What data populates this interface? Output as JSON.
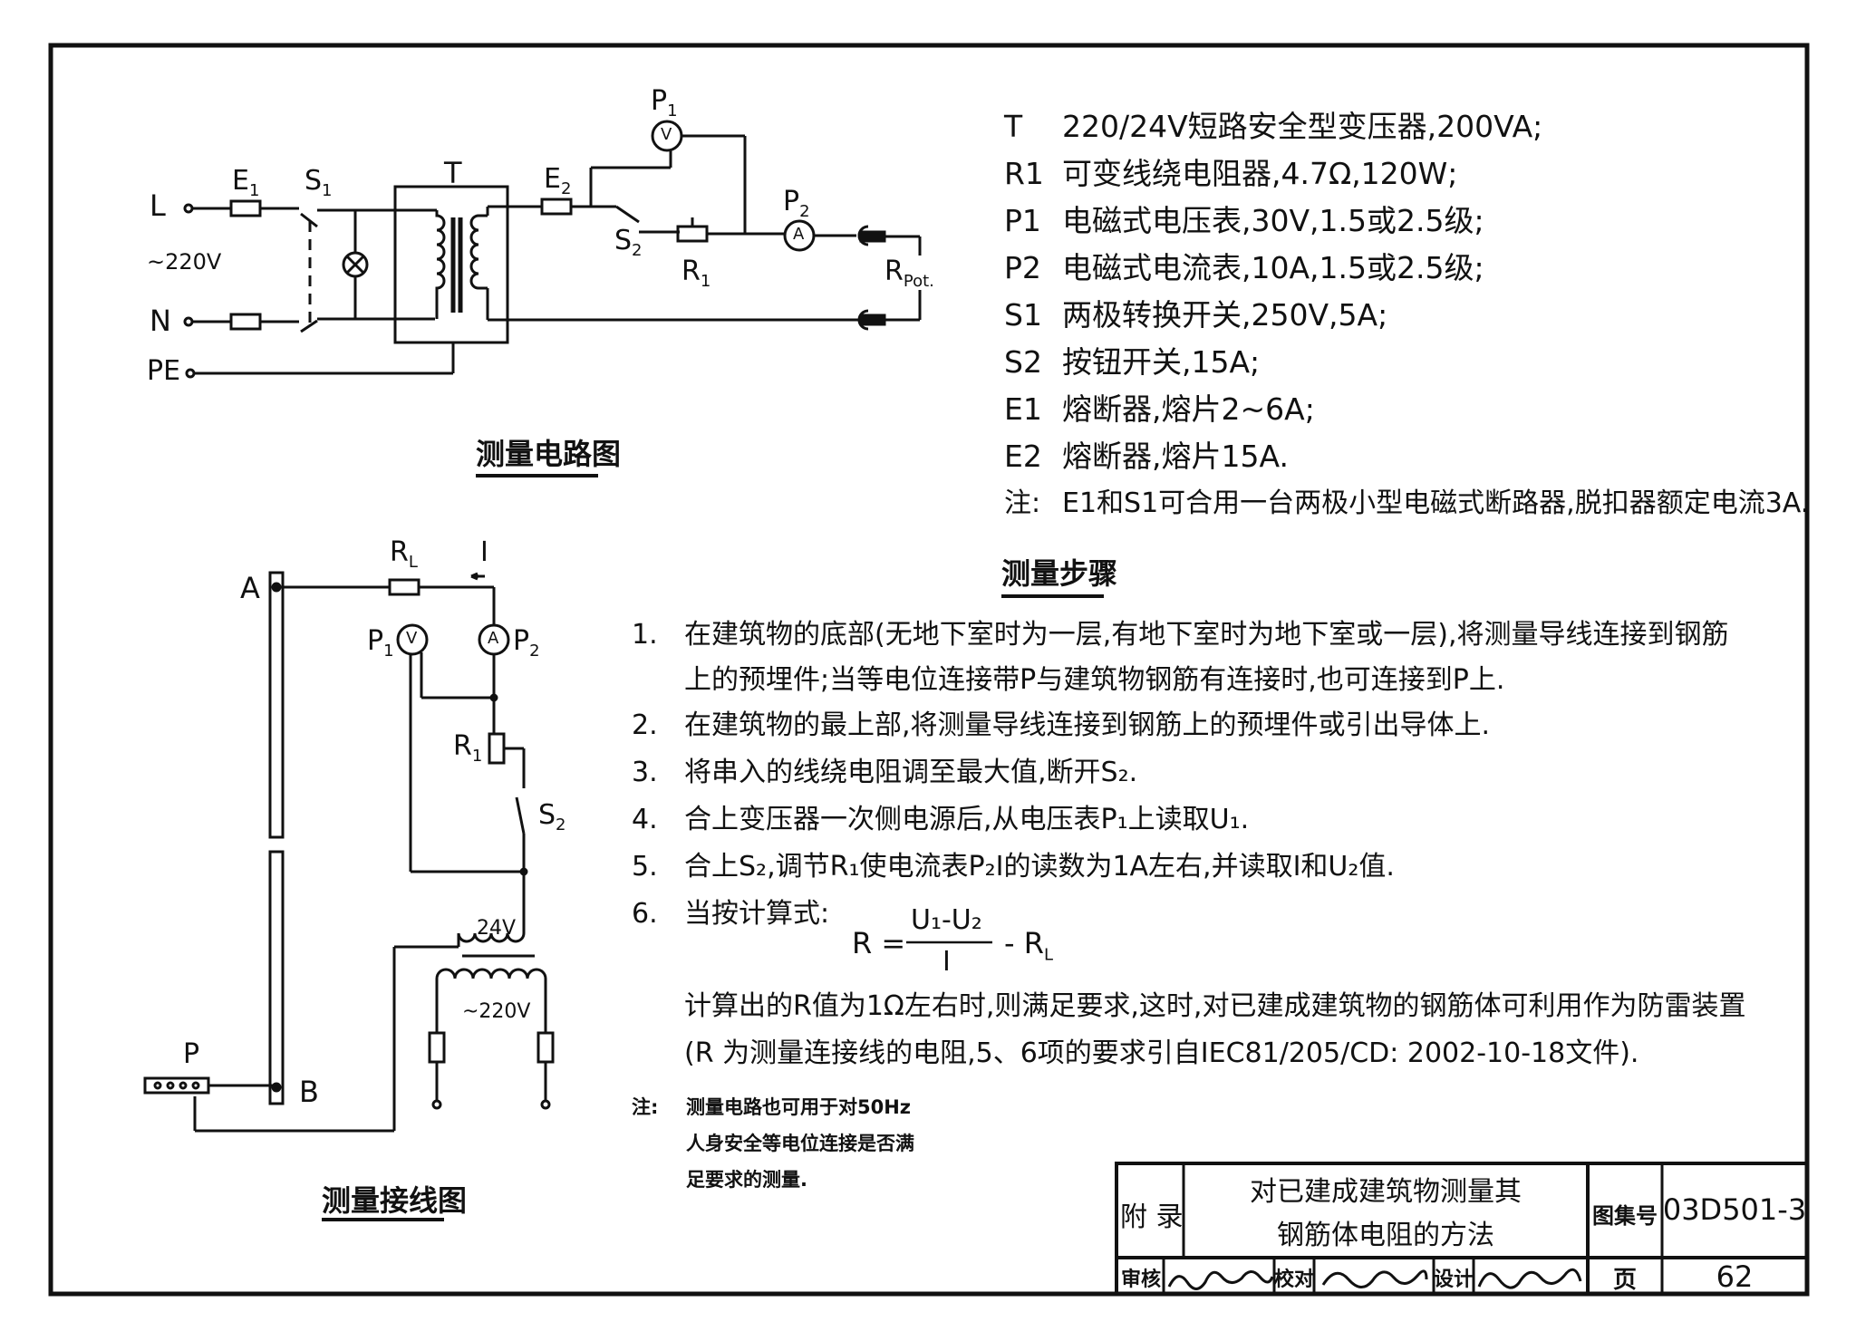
{
  "circuit": {
    "labels": {
      "L": "L",
      "N": "N",
      "PE": "PE",
      "voltage": "~220V",
      "E1": "E",
      "E1_sub": "1",
      "S1": "S",
      "S1_sub": "1",
      "T": "T",
      "E2": "E",
      "E2_sub": "2",
      "P1": "P",
      "P1_sub": "1",
      "P2": "P",
      "P2_sub": "2",
      "S2": "S",
      "S2_sub": "2",
      "R1": "R",
      "R1_sub": "1",
      "Rpot": "R",
      "Rpot_sub": "Pot.",
      "V": "V",
      "A": "A"
    },
    "title": "测量电路图"
  },
  "legend": [
    {
      "code": "T",
      "text": "220/24V短路安全型变压器,200VA;"
    },
    {
      "code": "R1",
      "text": "可变线绕电阻器,4.7Ω,120W;"
    },
    {
      "code": "P1",
      "text": "电磁式电压表,30V,1.5或2.5级;"
    },
    {
      "code": "P2",
      "text": "电磁式电流表,10A,1.5或2.5级;"
    },
    {
      "code": "S1",
      "text": "两极转换开关,250V,5A;"
    },
    {
      "code": "S2",
      "text": "按钮开关,15A;"
    },
    {
      "code": "E1",
      "text": "熔断器,熔片2~6A;"
    },
    {
      "code": "E2",
      "text": "熔断器,熔片15A."
    }
  ],
  "legend_note": {
    "label": "注:",
    "text": "E1和S1可合用一台两极小型电磁式断路器,脱扣器额定电流3A."
  },
  "wiring": {
    "labels": {
      "A": "A",
      "B": "B",
      "P": "P",
      "RL": "R",
      "RL_sub": "L",
      "I": "I",
      "P1": "P",
      "P1_sub": "1",
      "P2": "P",
      "P2_sub": "2",
      "R1": "R",
      "R1_sub": "1",
      "S2": "S",
      "S2_sub": "2",
      "v24": "24V",
      "v220": "~220V",
      "V": "V",
      "A_meter": "A"
    },
    "title": "测量接线图"
  },
  "steps": {
    "title": "测量步骤",
    "items": [
      {
        "num": "1.",
        "lines": [
          "在建筑物的底部(无地下室时为一层,有地下室时为地下室或一层),将测量导线连接到钢筋",
          "上的预埋件;当等电位连接带P与建筑物钢筋有连接时,也可连接到P上."
        ]
      },
      {
        "num": "2.",
        "lines": [
          "在建筑物的最上部,将测量导线连接到钢筋上的预埋件或引出导体上."
        ]
      },
      {
        "num": "3.",
        "lines": [
          "将串入的线绕电阻调至最大值,断开S₂."
        ]
      },
      {
        "num": "4.",
        "lines": [
          "合上变压器一次侧电源后,从电压表P₁上读取U₁."
        ]
      },
      {
        "num": "5.",
        "lines": [
          "合上S₂,调节R₁使电流表P₂I的读数为1A左右,并读取I和U₂值."
        ]
      },
      {
        "num": "6.",
        "lines": [
          "当按计算式:"
        ]
      }
    ],
    "formula": {
      "lhs": "R =",
      "numerator": "U₁-U₂",
      "denominator": "I",
      "rhs": "- R",
      "rhs_sub": "L"
    },
    "conclusion": [
      "计算出的R值为1Ω左右时,则满足要求,这时,对已建成建筑物的钢筋体可利用作为防雷装置",
      "(R 为测量连接线的电阻,5、6项的要求引自IEC81/205/CD: 2002-10-18文件)."
    ]
  },
  "bottom_note": {
    "label": "注:",
    "lines": [
      "测量电路也可用于对50Hz",
      "人身安全等电位连接是否满",
      "足要求的测量."
    ]
  },
  "title_block": {
    "appendix": "附 录",
    "title_lines": [
      "对已建成建筑物测量其",
      "钢筋体电阻的方法"
    ],
    "atlas_label": "图集号",
    "atlas_no": "03D501-3",
    "review": "审核",
    "check": "校对",
    "design": "设计",
    "page_label": "页",
    "page_no": "62"
  }
}
